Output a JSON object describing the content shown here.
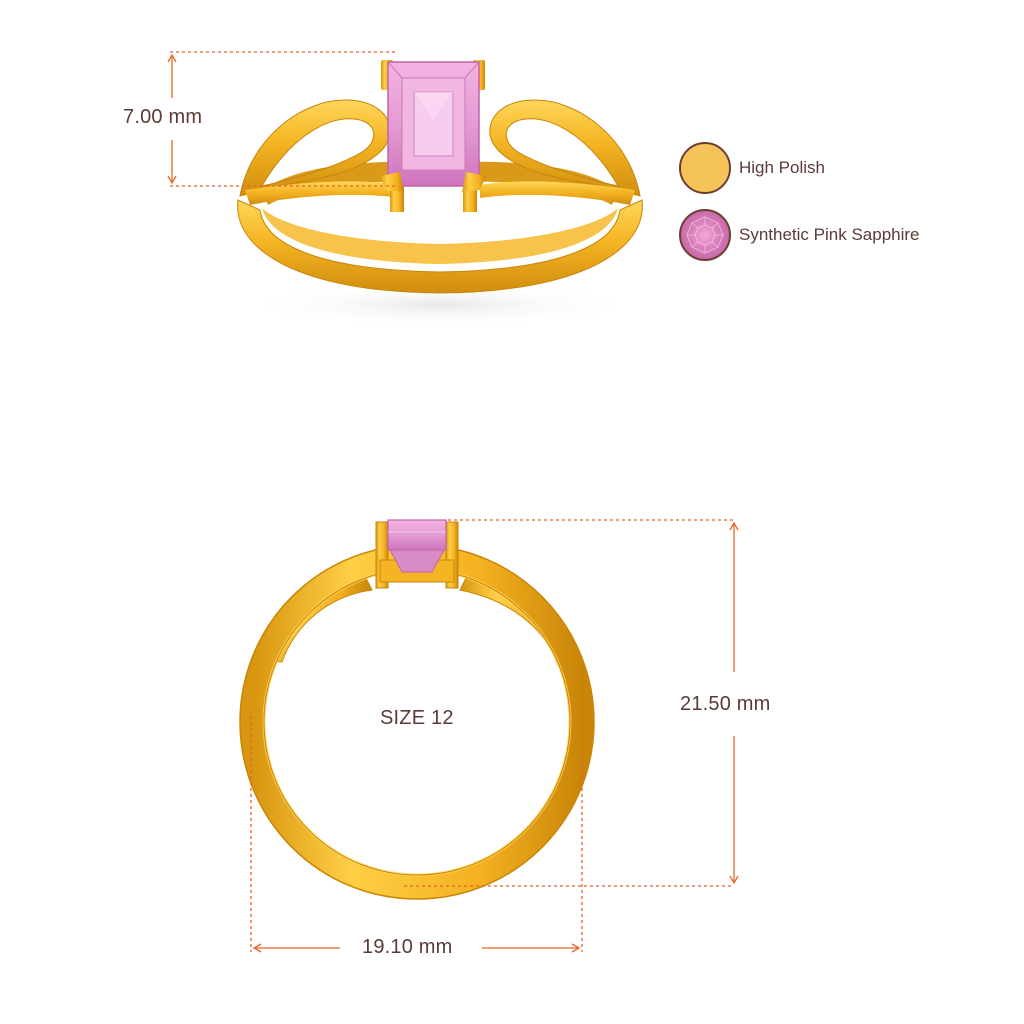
{
  "dimensions": {
    "stone_height": "7.00 mm",
    "ring_height": "21.50 mm",
    "ring_width": "19.10 mm",
    "ring_size": "SIZE 12"
  },
  "legend": {
    "finish": {
      "label": "High Polish",
      "icon": "gold-circle-icon",
      "color": "#f6c25a"
    },
    "stone": {
      "label": "Synthetic Pink Sapphire",
      "icon": "pink-gem-icon",
      "color": "#d77cb8"
    }
  },
  "colors": {
    "gold": "#f2b12a",
    "gold_dark": "#c98a10",
    "gem_pink": "#e8a2d6",
    "dimension_line": "#e8642a",
    "text": "#5a3b38"
  }
}
